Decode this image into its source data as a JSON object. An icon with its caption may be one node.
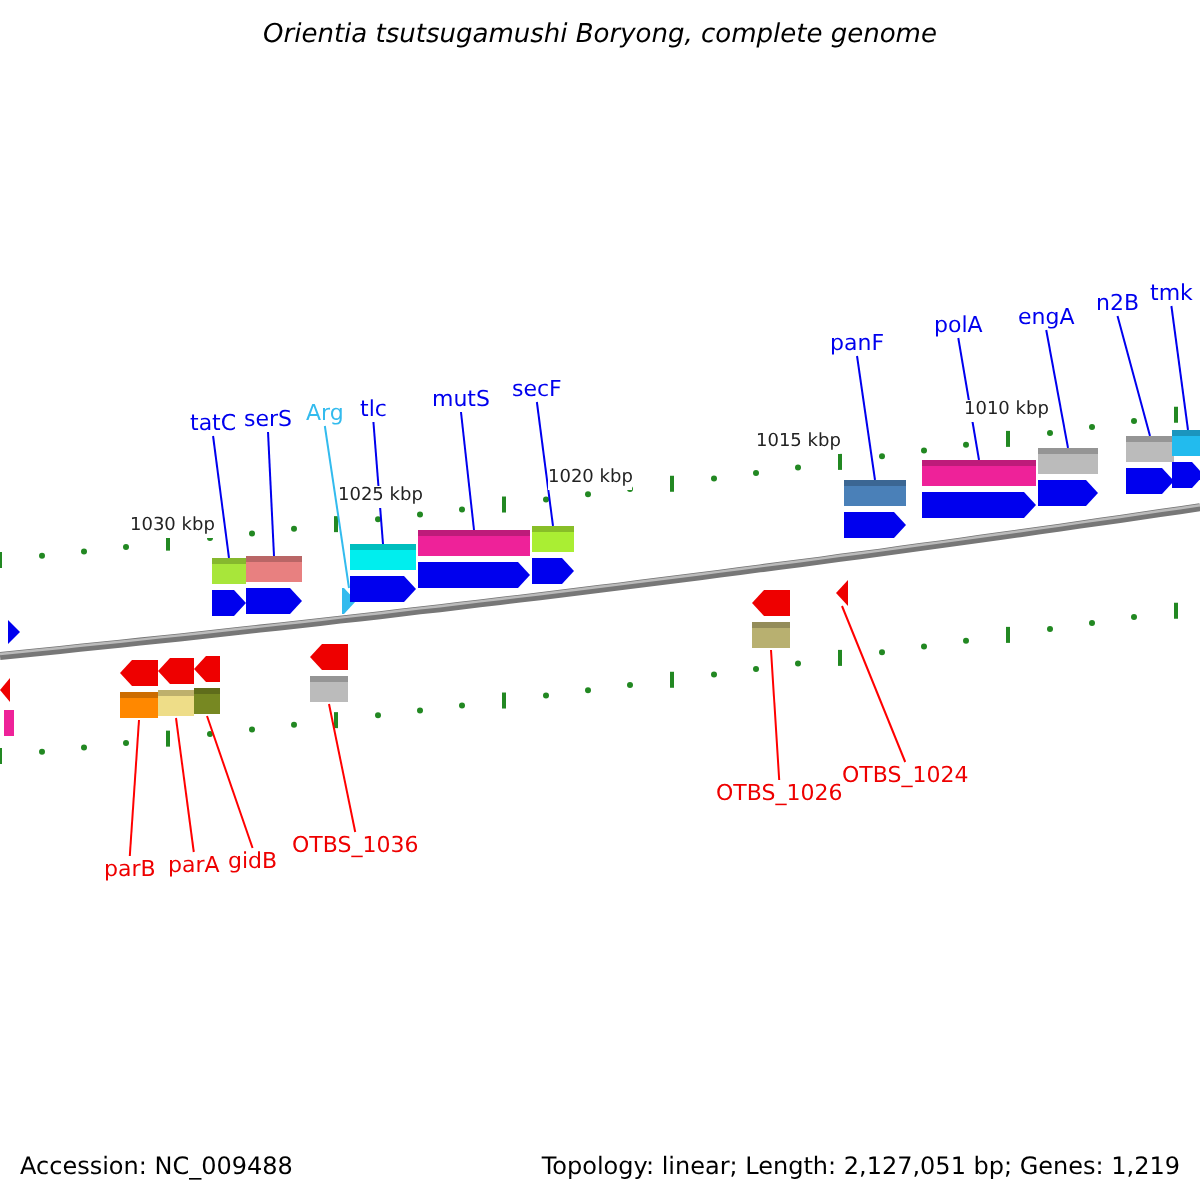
{
  "diagram": {
    "title": "Orientia tsutsugamushi Boryong, complete genome",
    "nodes": [
      {
        "text": [
          "tatC"
        ]
      },
      {
        "text": [
          "serS"
        ]
      },
      {
        "text": [
          "Arg"
        ]
      },
      {
        "text": [
          "tlc"
        ]
      },
      {
        "text": [
          "mutS"
        ]
      },
      {
        "text": [
          "secF"
        ]
      },
      {
        "text": [
          "panF"
        ]
      },
      {
        "text": [
          "polA"
        ]
      },
      {
        "text": [
          "engA"
        ]
      },
      {
        "text": [
          "n2B"
        ]
      },
      {
        "text": [
          "tmk"
        ]
      },
      {
        "text": [
          "parB"
        ]
      },
      {
        "text": [
          "parA"
        ]
      },
      {
        "text": [
          "gidB"
        ]
      },
      {
        "text": [
          "OTBS_1036"
        ]
      },
      {
        "text": [
          "OTBS_1026"
        ]
      },
      {
        "text": [
          "OTBS_1024"
        ]
      },
      {
        "text": [],
        "shape": "arrow"
      },
      {
        "text": [],
        "shape": "arrow"
      },
      {
        "text": [],
        "shape": "arrow"
      },
      {
        "text": [],
        "shape": "arrow"
      },
      {
        "text": [],
        "shape": "arrow"
      },
      {
        "text": [],
        "shape": "arrow"
      },
      {
        "text": [],
        "shape": "arrow"
      },
      {
        "text": [],
        "shape": "arrow"
      },
      {
        "text": [],
        "shape": "arrow"
      },
      {
        "text": [],
        "shape": "arrow"
      },
      {
        "text": [],
        "shape": "arrow"
      },
      {
        "text": [],
        "shape": "arrow"
      },
      {
        "text": [],
        "shape": "arrow"
      },
      {
        "text": [],
        "shape": "arrow"
      },
      {
        "text": [],
        "shape": "arrow"
      },
      {
        "text": [],
        "shape": "arrow"
      },
      {
        "text": [],
        "shape": "arrow"
      }
    ],
    "edges": [
      {
        "from": 0,
        "to": 17,
        "arrow": "none"
      },
      {
        "from": 1,
        "to": 18,
        "arrow": "none"
      },
      {
        "from": 2,
        "to": 19,
        "arrow": "none",
        "color": "#33bbee"
      },
      {
        "from": 3,
        "to": 20,
        "arrow": "none"
      },
      {
        "from": 4,
        "to": 21,
        "arrow": "none"
      },
      {
        "from": 5,
        "to": 22,
        "arrow": "none"
      },
      {
        "from": 6,
        "to": 23,
        "arrow": "none"
      },
      {
        "from": 7,
        "to": 24,
        "arrow": "none"
      },
      {
        "from": 8,
        "to": 25,
        "arrow": "none"
      },
      {
        "from": 9,
        "to": 26,
        "arrow": "none"
      },
      {
        "from": 10,
        "to": 27,
        "arrow": "none"
      },
      {
        "from": 11,
        "to": 28,
        "arrow": "none",
        "color": "#ff0000"
      },
      {
        "from": 12,
        "to": 29,
        "arrow": "none",
        "color": "#ff0000"
      },
      {
        "from": 13,
        "to": 30,
        "arrow": "none",
        "color": "#ff0000"
      },
      {
        "from": 14,
        "to": 31,
        "arrow": "none",
        "color": "#ff0000"
      },
      {
        "from": 15,
        "to": 32,
        "arrow": "none",
        "color": "#ff0000"
      },
      {
        "from": 16,
        "to": 33,
        "arrow": "none",
        "color": "#ff0000"
      }
    ],
    "labels": [
      "1030 kbp",
      "1025 kbp",
      "1020 kbp",
      "1015 kbp",
      "1010 kbp",
      "Accession: NC_009488",
      "Topology: linear; Length: 2,127,051 bp; Genes: 1,219"
    ]
  }
}
